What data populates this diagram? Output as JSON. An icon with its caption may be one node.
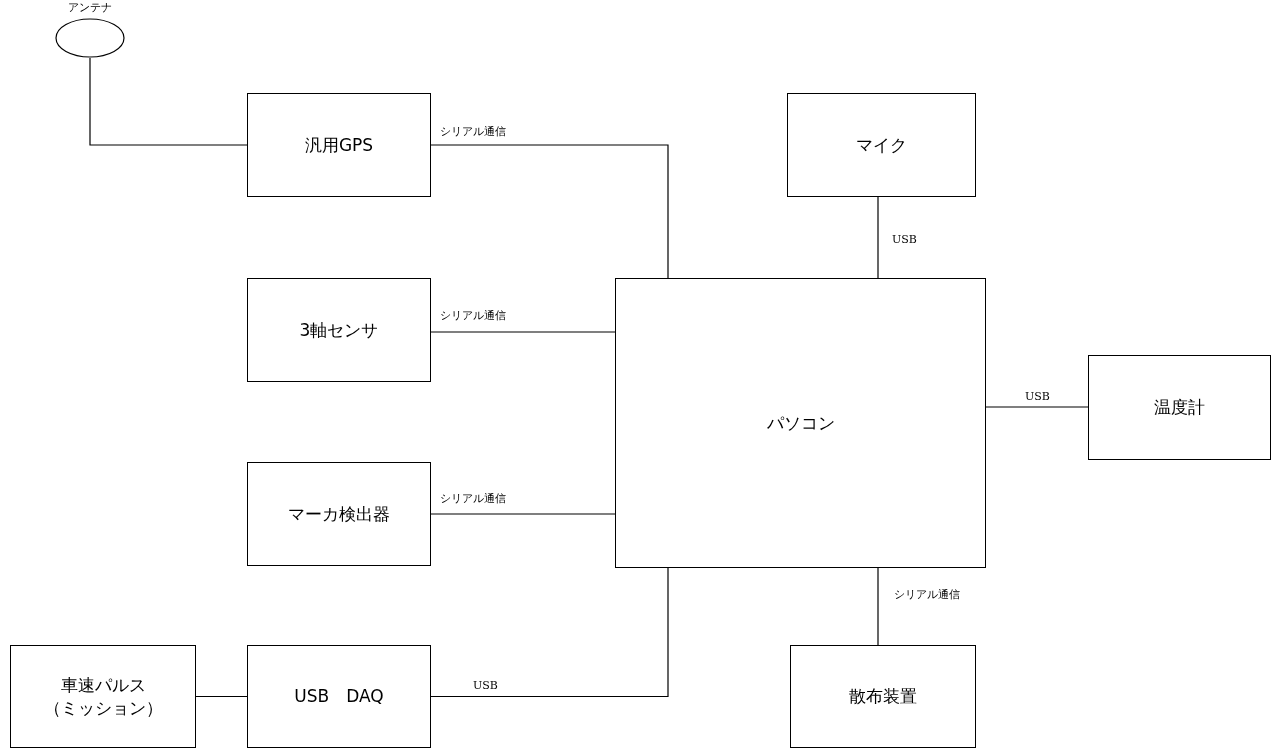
{
  "diagram": {
    "nodes": [
      {
        "text": [
          "アンテナ"
        ]
      },
      {
        "text": [
          "汎用GPS"
        ]
      },
      {
        "text": [
          "3軸センサ"
        ]
      },
      {
        "text": [
          "マーカ検出器"
        ]
      },
      {
        "text": [
          "車速パルス（ミッション）"
        ]
      },
      {
        "text": [
          "USB　DAQ"
        ]
      },
      {
        "text": [
          "マイク"
        ]
      },
      {
        "text": [
          "パソコン"
        ]
      },
      {
        "text": [
          "温度計"
        ]
      },
      {
        "text": [
          "散布装置"
        ]
      }
    ],
    "edges": [
      {
        "from": 0,
        "to": 1,
        "arrow": "none"
      },
      {
        "from": 1,
        "to": 7,
        "arrow": "none",
        "label": "シリアル通信"
      },
      {
        "from": 2,
        "to": 7,
        "arrow": "none",
        "label": "シリアル通信"
      },
      {
        "from": 3,
        "to": 7,
        "arrow": "none",
        "label": "シリアル通信"
      },
      {
        "from": 4,
        "to": 5,
        "arrow": "none"
      },
      {
        "from": 5,
        "to": 7,
        "arrow": "none",
        "label": "USB"
      },
      {
        "from": 6,
        "to": 7,
        "arrow": "none",
        "label": "USB"
      },
      {
        "from": 7,
        "to": 8,
        "arrow": "none",
        "label": "USB"
      },
      {
        "from": 7,
        "to": 9,
        "arrow": "none",
        "label": "シリアル通信"
      }
    ]
  }
}
